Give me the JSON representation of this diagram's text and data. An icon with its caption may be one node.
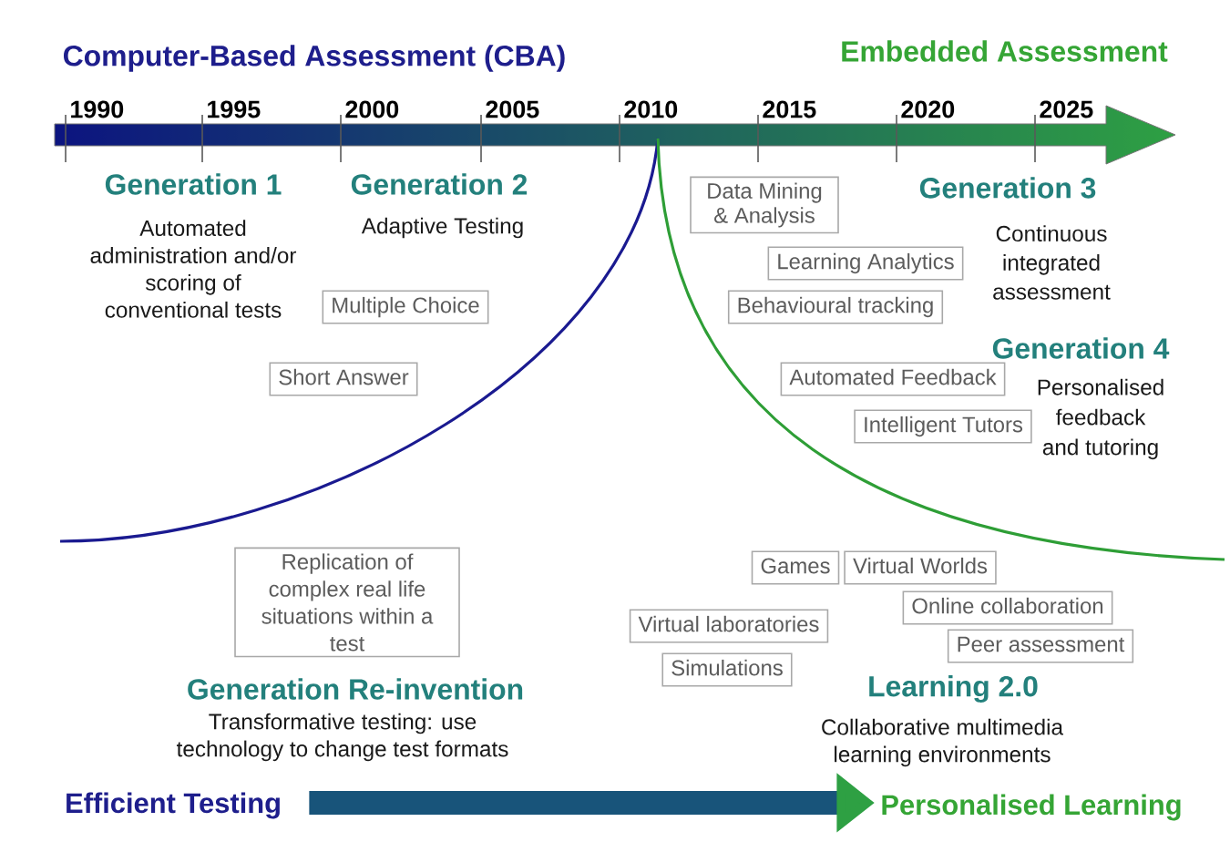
{
  "diagram": {
    "nodes": [
      {
        "text": [
          "Data Mining & Analysis"
        ]
      },
      {
        "text": [
          "Learning Analytics"
        ]
      },
      {
        "text": [
          "Multiple Choice"
        ]
      },
      {
        "text": [
          "Behavioural tracking"
        ]
      },
      {
        "text": [
          "Short Answer"
        ]
      },
      {
        "text": [
          "Automated Feedback"
        ]
      },
      {
        "text": [
          "Intelligent Tutors"
        ]
      },
      {
        "text": [
          "Replication of complex real life situations within a test"
        ]
      },
      {
        "text": [
          "Games"
        ]
      },
      {
        "text": [
          "Virtual Worlds"
        ]
      },
      {
        "text": [
          "Online collaboration"
        ]
      },
      {
        "text": [
          "Virtual laboratories"
        ]
      },
      {
        "text": [
          "Peer assessment"
        ]
      },
      {
        "text": [
          "Simulations"
        ]
      },
      {
        "text": [
          "Efficient Testing"
        ]
      },
      {
        "text": [
          "Personalised Learning"
        ]
      }
    ],
    "edges": [
      {
        "from": 14,
        "to": 15,
        "arrow": "to"
      }
    ],
    "labels": [
      "Computer-Based Assessment (CBA)",
      "Embedded Assessment",
      "1990",
      "1995",
      "2000",
      "2005",
      "2010",
      "2015",
      "2020",
      "2025",
      "Generation 1",
      "Automated administration and/or scoring of conventional tests",
      "Generation 2",
      "Adaptive Testing",
      "Generation 3",
      "Continuous integrated assessment",
      "Generation 4",
      "Personalised feedback and tutoring",
      "Generation Re-invention",
      "Transformative testing: use technology to change test formats",
      "Learning 2.0",
      "Collaborative multimedia learning environments"
    ]
  }
}
